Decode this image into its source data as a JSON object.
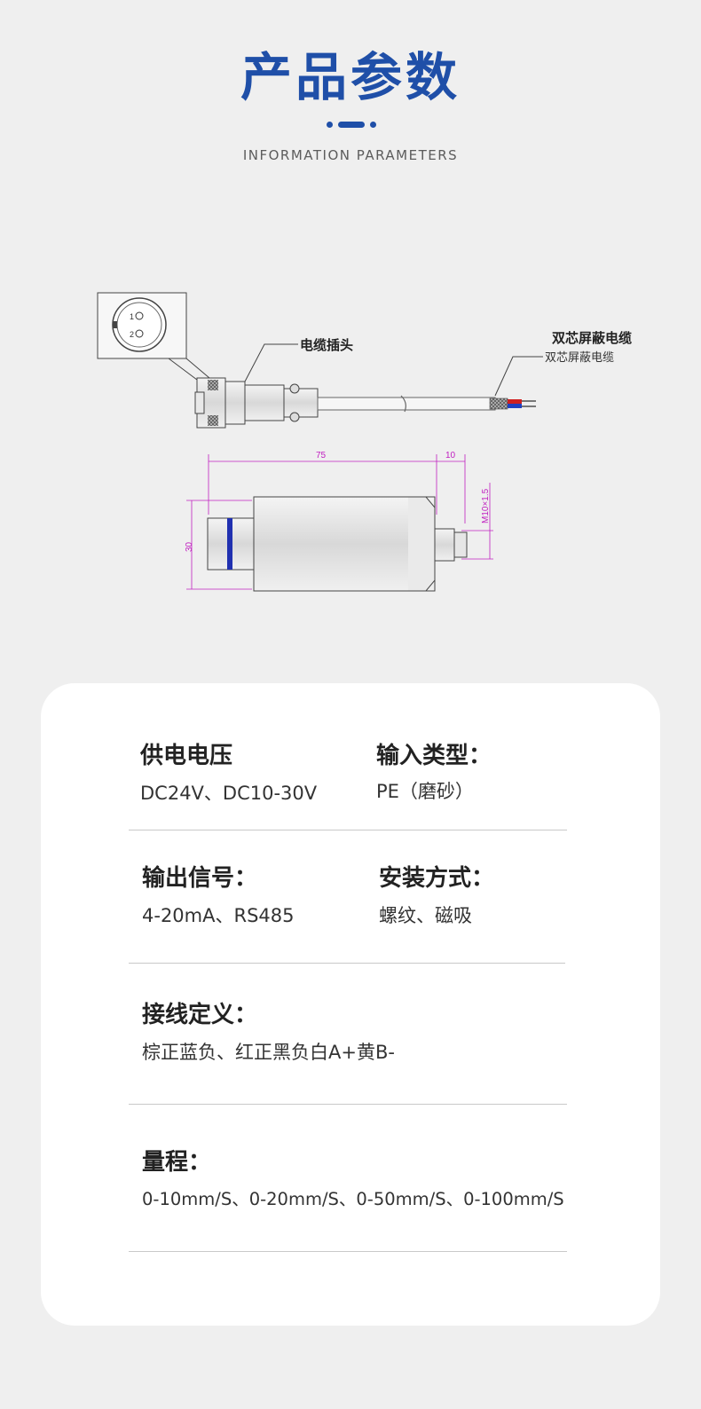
{
  "header": {
    "title": "产品参数",
    "subtitle": "INFORMATION PARAMETERS",
    "accent_color": "#1f4fa8"
  },
  "diagram": {
    "connector_label": "电缆插头",
    "cable_label": "双芯屏蔽电缆",
    "cable_label_small": "双芯屏蔽电缆",
    "pin_1": "1",
    "pin_2": "2",
    "dim_length": "75",
    "dim_thread_length": "10",
    "dim_diameter": "30",
    "dim_thread": "M10×1.5"
  },
  "specs": {
    "supply_voltage_label": "供电电压",
    "supply_voltage_value": "DC24V、DC10-30V",
    "input_type_label": "输入类型：",
    "input_type_value": "PE（磨砂）",
    "output_signal_label": "输出信号：",
    "output_signal_value": "4-20mA、RS485",
    "mounting_label": "安装方式：",
    "mounting_value": "螺纹、磁吸",
    "wiring_label": "接线定义：",
    "wiring_value": "棕正蓝负、红正黑负白A+黄B-",
    "range_label": "量程：",
    "range_value": "0-10mm/S、0-20mm/S、0-50mm/S、0-100mm/S"
  }
}
